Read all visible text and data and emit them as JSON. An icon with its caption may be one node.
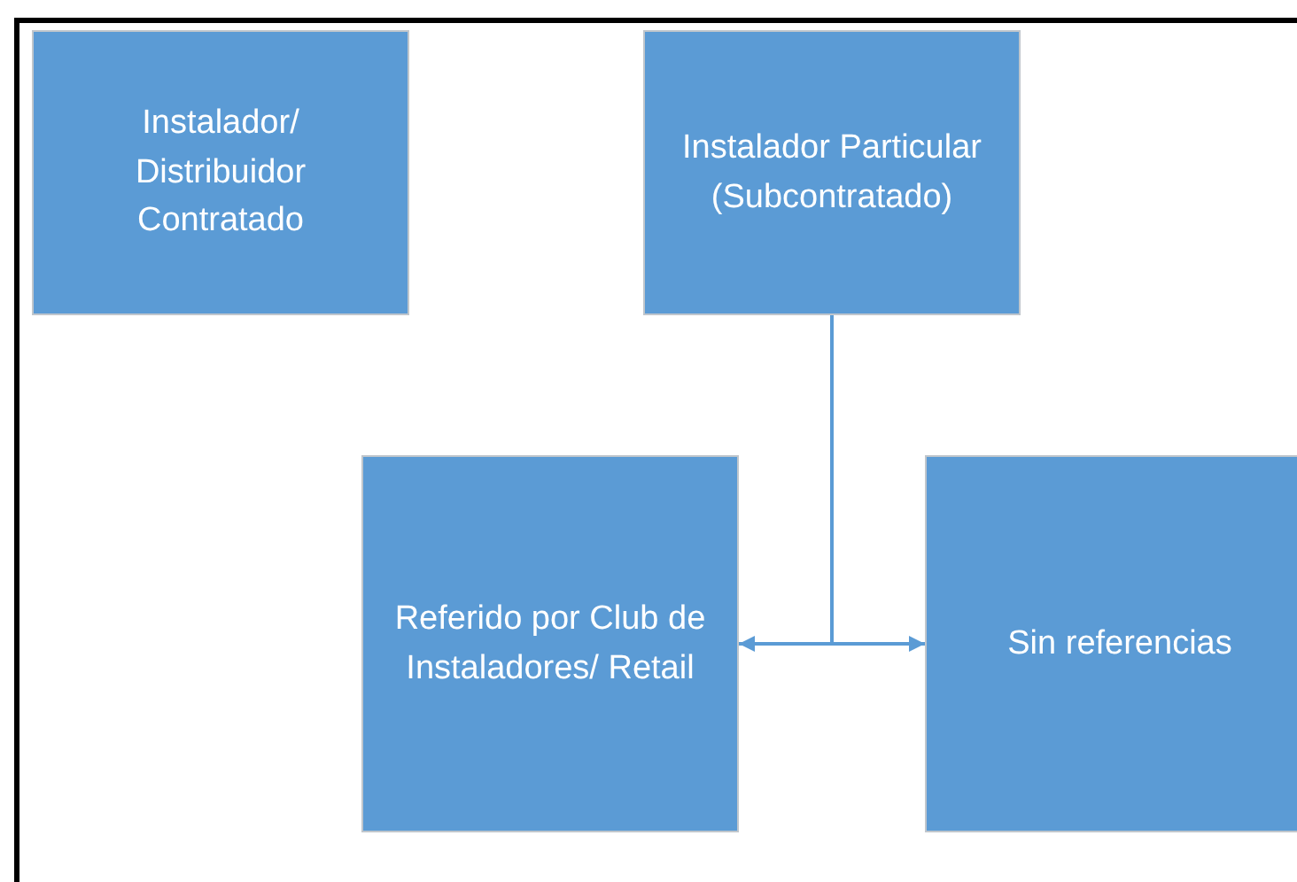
{
  "diagram": {
    "nodes": [
      {
        "text": [
          "Instalador/ Distribuidor Contratado"
        ]
      },
      {
        "text": [
          "Instalador Particular (Subcontratado)"
        ]
      },
      {
        "text": [
          "Referido por Club de Instaladores/ Retail"
        ]
      },
      {
        "text": [
          "Sin referencias"
        ]
      }
    ],
    "edges": [
      {
        "from": 1,
        "to": 2,
        "arrow": "to"
      },
      {
        "from": 1,
        "to": 3,
        "arrow": "to"
      }
    ]
  }
}
